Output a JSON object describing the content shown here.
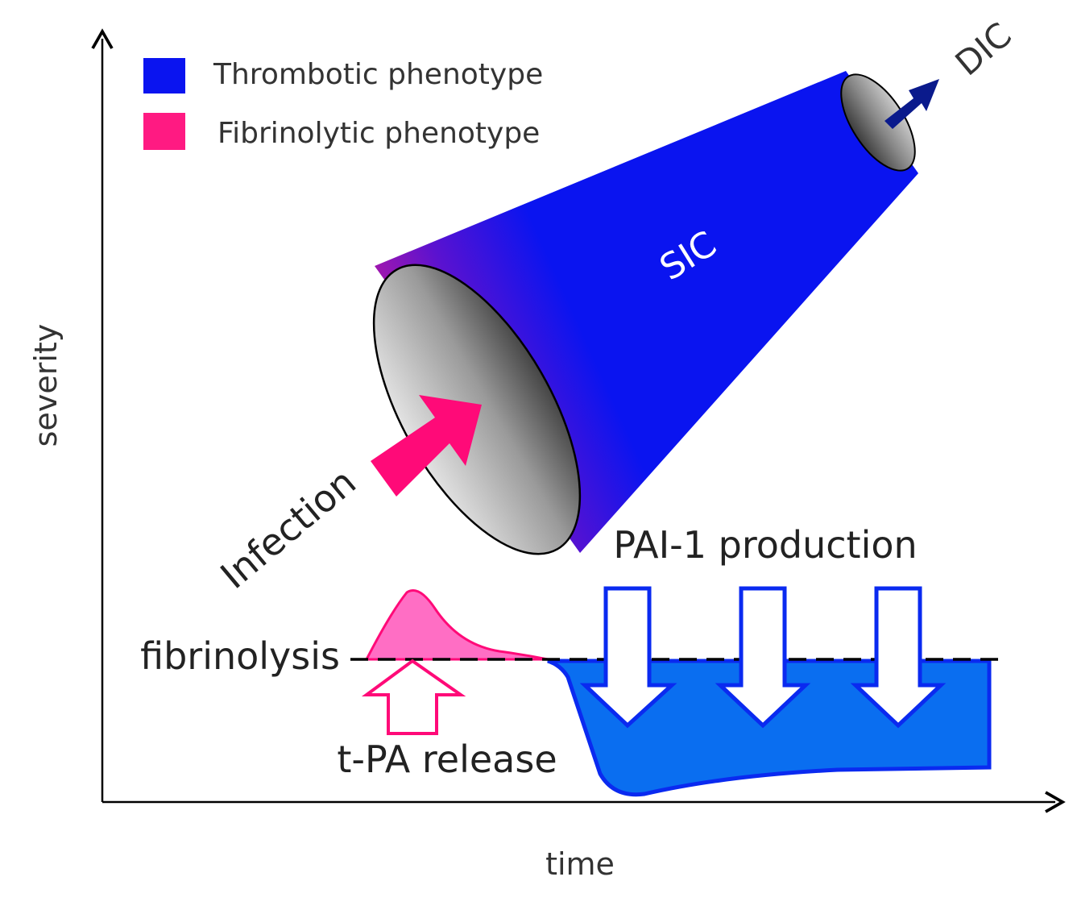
{
  "legend": {
    "items": [
      {
        "label": "Thrombotic phenotype",
        "color": "#0a14f0"
      },
      {
        "label": "Fibrinolytic phenotype",
        "color": "#ff1a82"
      }
    ]
  },
  "axes": {
    "x_label": "time",
    "y_label": "severity"
  },
  "cone": {
    "label": "SIC",
    "outcome_label": "DIC",
    "label_color": "#ffffff",
    "body_color": "#0a14f0",
    "edge_color": "#cc1a99",
    "outcome_arrow_color": "#0a1a8c"
  },
  "labels": {
    "infection": "Infection",
    "pai1": "PAI-1 production",
    "fibrinolysis": "fibrinolysis",
    "tpa": "t-PA release"
  },
  "colors": {
    "infection_arrow": "#ff0a78",
    "tpa_peak_fill": "#ff6ec4",
    "tpa_arrow_stroke": "#ff0a78",
    "pai_fill": "#0a6ef0",
    "pai_stroke": "#0a2af0"
  }
}
